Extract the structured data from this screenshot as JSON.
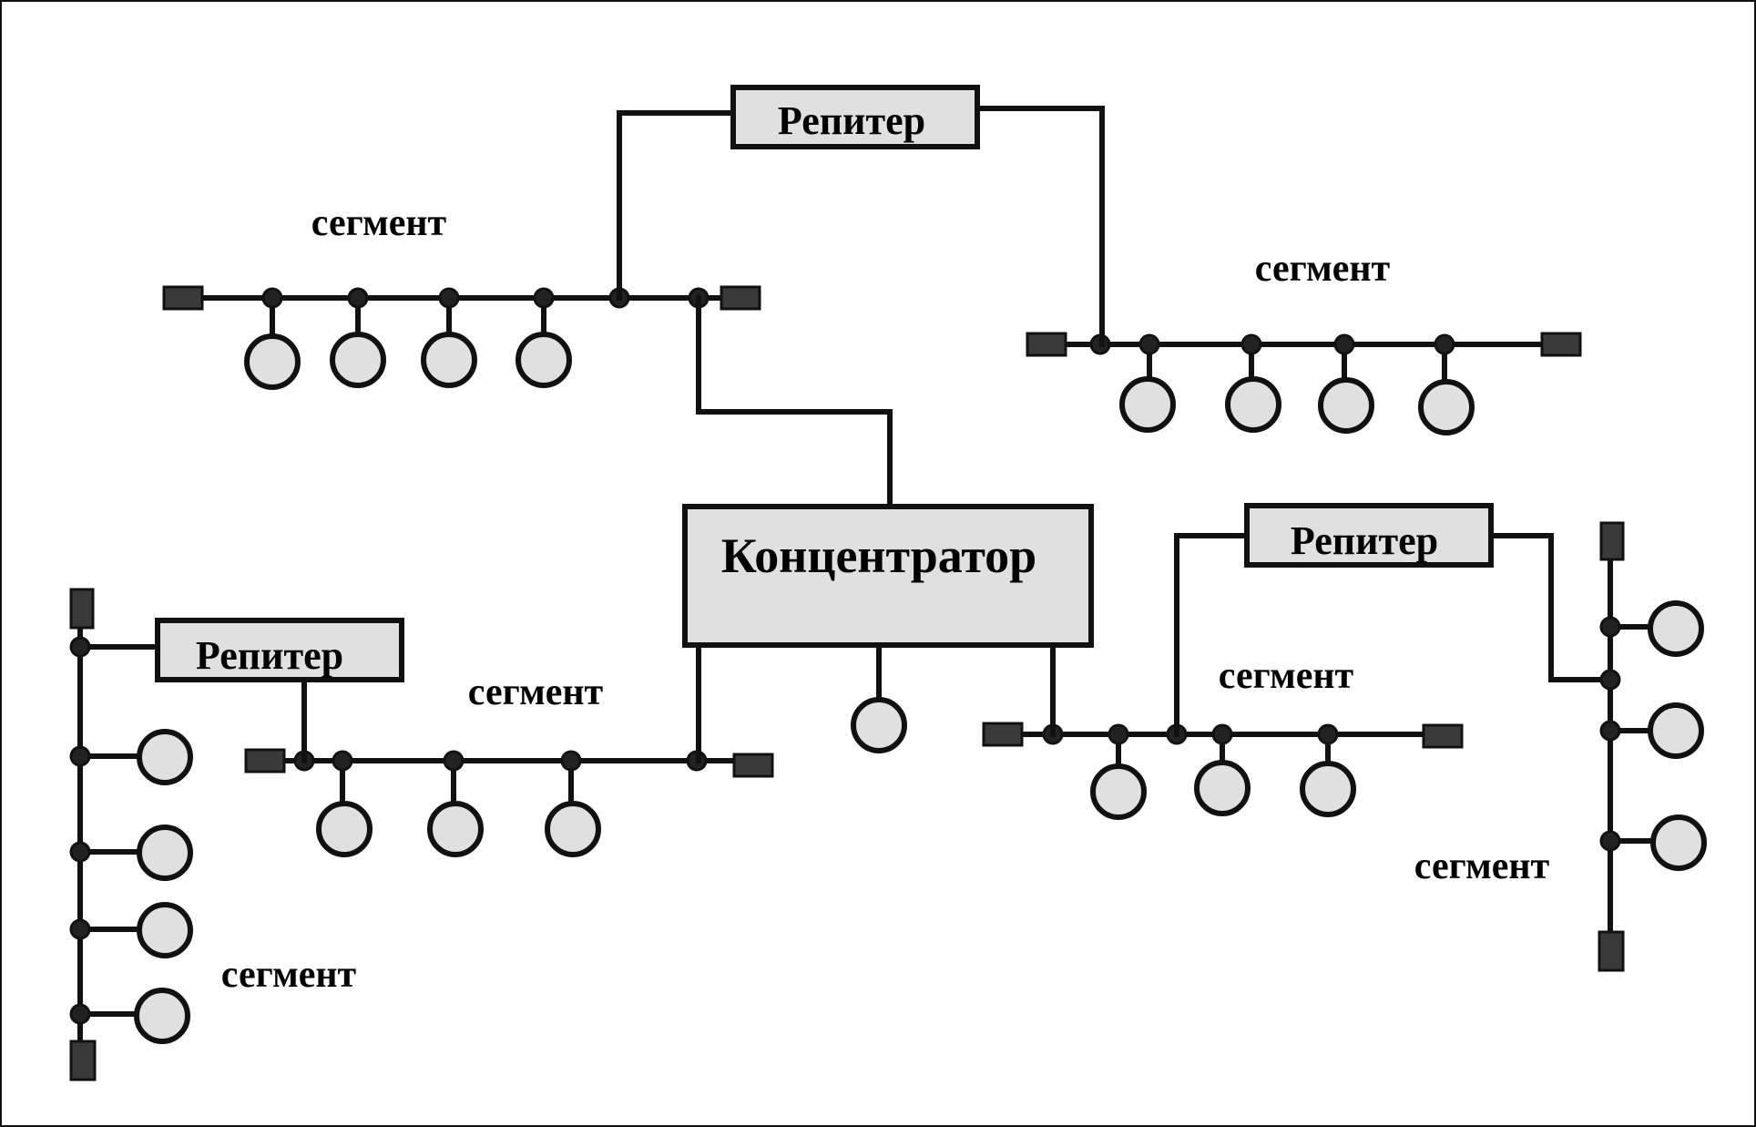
{
  "diagram": {
    "hub_label": "Концентратор",
    "repeaters": [
      "Репитер",
      "Репитер",
      "Репитер"
    ],
    "segment_labels": [
      "сегмент",
      "сегмент",
      "сегмент",
      "сегмент",
      "сегмент"
    ]
  },
  "colors": {
    "line": "#111111",
    "node_fill": "#e0e0e0",
    "terminator": "#3a3a3a",
    "background": "#ffffff"
  }
}
